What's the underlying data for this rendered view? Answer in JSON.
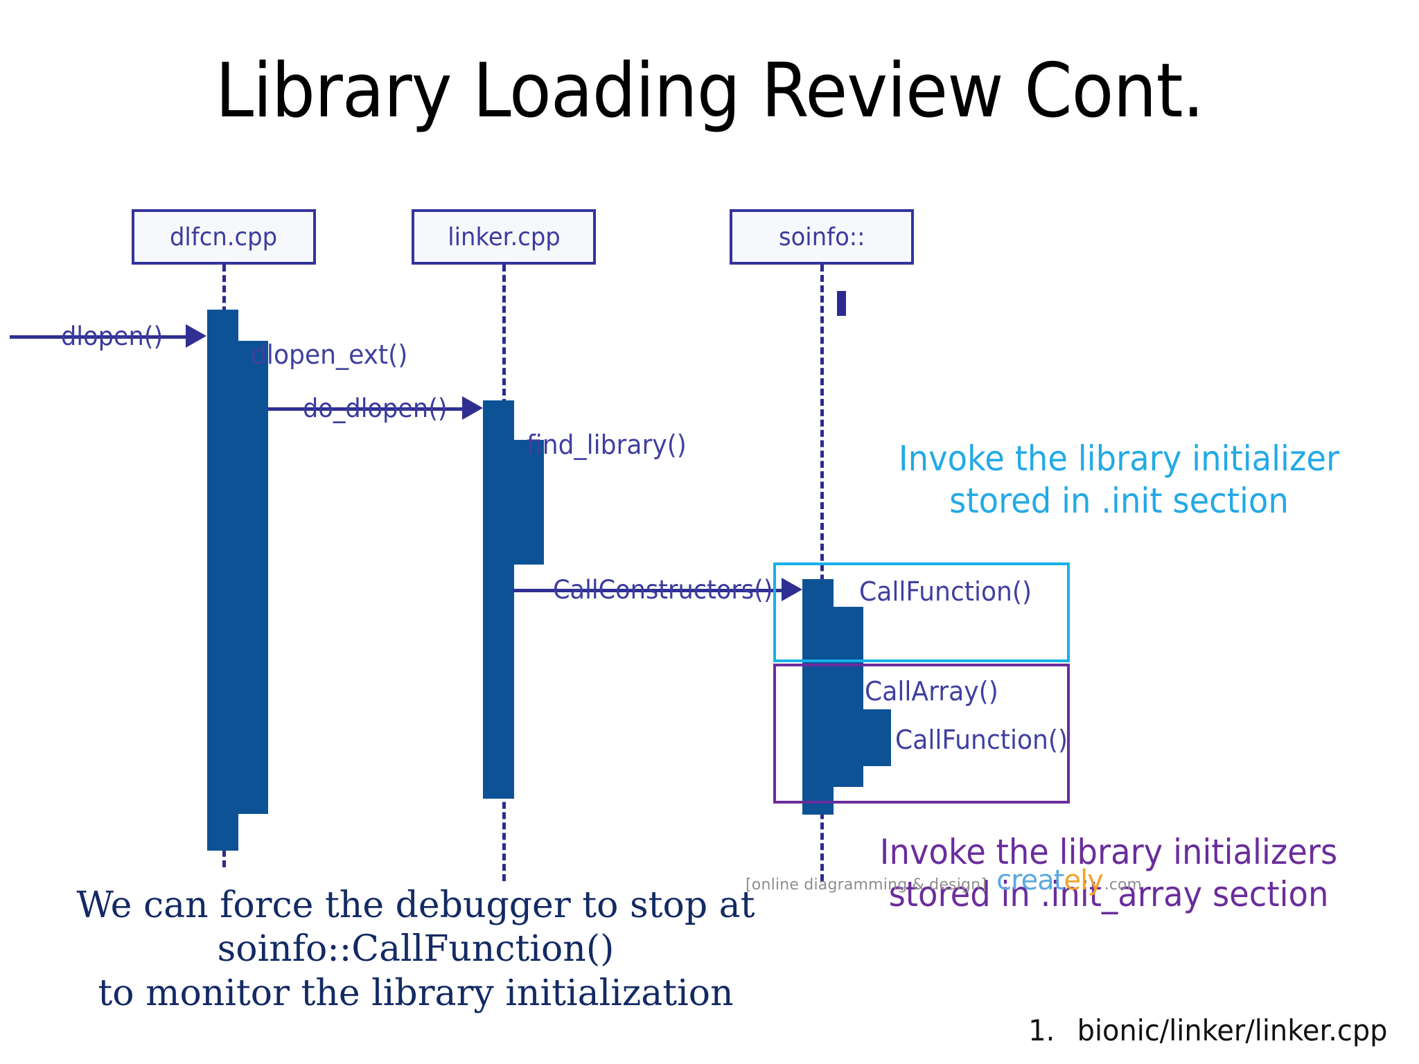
{
  "slide": {
    "title": "Library Loading Review Cont.",
    "background": "#ffffff"
  },
  "colors": {
    "title": "#000000",
    "lifeline_border": "#33339c",
    "lifeline_fill": "#f7f8fb",
    "lifeline_text": "#3b3b9e",
    "activation": "#0d5295",
    "message": "#2f2f93",
    "frame_cyan": "#17b0e8",
    "frame_purple": "#6a2d9c",
    "note_cyan": "#23a9e6",
    "note_purple": "#6a2d9c",
    "bottom_note": "#132a63"
  },
  "diagram": {
    "type": "uml-sequence",
    "participants": [
      {
        "id": "dlfcn",
        "label": "dlfcn.cpp"
      },
      {
        "id": "linker",
        "label": "linker.cpp"
      },
      {
        "id": "soinfo",
        "label": "soinfo::"
      }
    ],
    "messages": [
      {
        "id": "m1",
        "from": "external",
        "to": "dlfcn",
        "label": "dlopen()",
        "kind": "call"
      },
      {
        "id": "m2",
        "from": "dlfcn",
        "to": "dlfcn",
        "label": "dlopen_ext()",
        "kind": "self"
      },
      {
        "id": "m3",
        "from": "dlfcn",
        "to": "linker",
        "label": "do_dlopen()",
        "kind": "call"
      },
      {
        "id": "m4",
        "from": "linker",
        "to": "linker",
        "label": "find_library()",
        "kind": "self"
      },
      {
        "id": "m5",
        "from": "linker",
        "to": "soinfo",
        "label": "CallConstructors()",
        "kind": "call"
      },
      {
        "id": "m6",
        "from": "soinfo",
        "to": "soinfo",
        "label": "CallFunction()",
        "kind": "self"
      },
      {
        "id": "m7",
        "from": "soinfo",
        "to": "soinfo",
        "label": "CallArray()",
        "kind": "self"
      },
      {
        "id": "m8",
        "from": "soinfo",
        "to": "soinfo",
        "label": "CallFunction()",
        "kind": "self"
      }
    ]
  },
  "annotations": {
    "cyan": {
      "line1": "Invoke the library initializer",
      "line2": "stored in .init section"
    },
    "purple": {
      "line1": "Invoke the library initializers",
      "line2": "stored in .init_array section"
    }
  },
  "bottom_note": {
    "line1": "We can force the debugger to stop at",
    "line2": "soinfo::CallFunction()",
    "line3": "to monitor the library initialization"
  },
  "footnote": {
    "number": "1.",
    "text": "bionic/linker/linker.cpp"
  },
  "watermark": {
    "tag": "[online diagramming & design]",
    "brand_part1": "creat",
    "brand_highlight": "ely",
    "domain": ".com"
  }
}
